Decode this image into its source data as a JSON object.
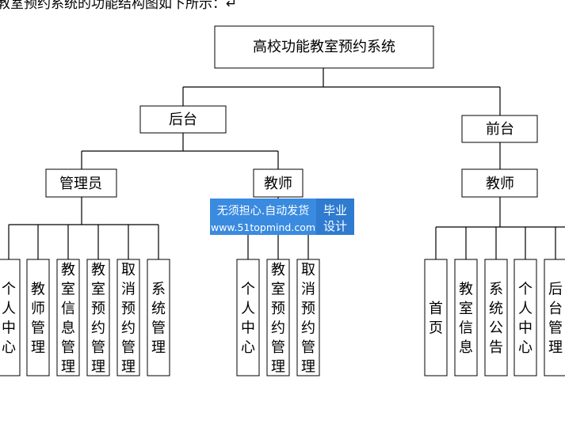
{
  "caption": "教室预约系统的功能结构图如下所示：↵",
  "root": "高校功能教室预约系统",
  "backend": "后台",
  "frontend": "前台",
  "admin": "管理员",
  "teacher_back": "教师",
  "teacher_front": "教师",
  "admin_modules": [
    "个人中心",
    "教师管理",
    "教室信息管理",
    "教室预约管理",
    "取消预约管理",
    "系统管理"
  ],
  "teacher_back_modules": [
    "个人中心",
    "教室预约管理",
    "取消预约管理"
  ],
  "teacher_front_modules": [
    "首页",
    "教室信息",
    "系统公告",
    "个人中心",
    "后台管理"
  ],
  "watermark": {
    "line1": "无须担心.自动发货",
    "line2": "www.51topmind.com",
    "badge1": "毕业",
    "badge2": "设计"
  }
}
